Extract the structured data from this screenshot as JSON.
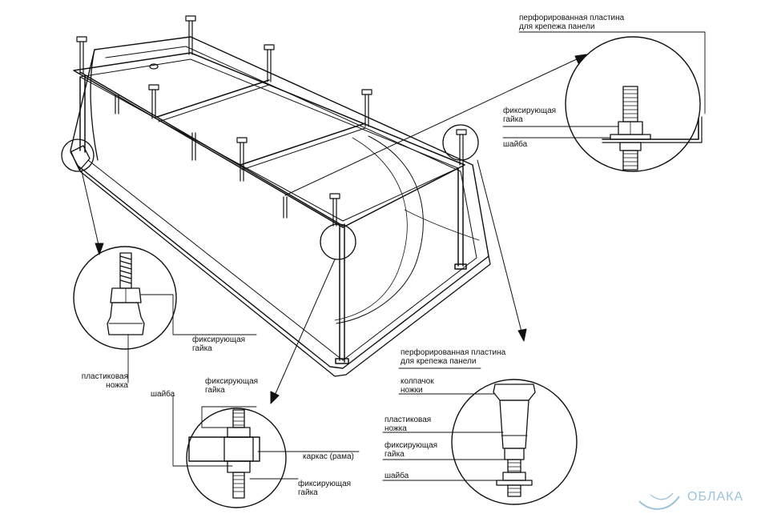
{
  "labels": {
    "top_plate_1": "перфорированная пластина",
    "top_plate_2": "для крепежа панели",
    "top_nut_1": "фиксирующая",
    "top_nut_2": "гайка",
    "top_washer": "шайба",
    "left_nut_1": "фиксирующая",
    "left_nut_2": "гайка",
    "left_leg_1": "пластиковая",
    "left_leg_2": "ножка",
    "mid_nut_1": "фиксирующая",
    "mid_nut_2": "гайка",
    "mid_washer": "шайба",
    "mid_frame": "каркас (рама)",
    "mid_nut2_1": "фиксирующая",
    "mid_nut2_2": "гайка",
    "right_plate_1": "перфорированная пластина",
    "right_plate_2": "для крепежа панели",
    "right_cap_1": "колпачок",
    "right_cap_2": "ножки",
    "right_leg_1": "пластиковая",
    "right_leg_2": "ножка",
    "right_nut_1": "фиксирующая",
    "right_nut_2": "гайка",
    "right_washer": "шайба"
  },
  "watermark": "ОБЛАКА"
}
